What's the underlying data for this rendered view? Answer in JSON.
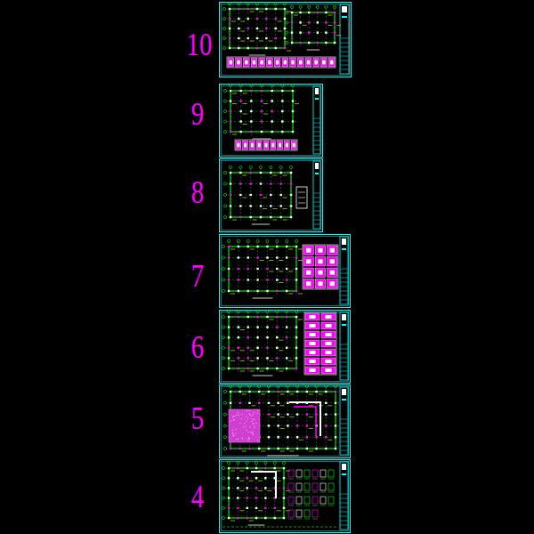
{
  "diagram": {
    "labels": [
      "10",
      "9",
      "8",
      "7",
      "6",
      "5",
      "4"
    ]
  }
}
